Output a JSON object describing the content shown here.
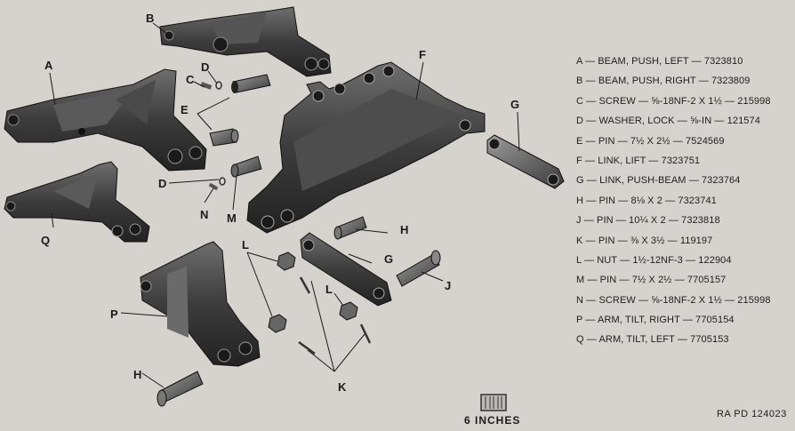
{
  "legend": [
    "A — BEAM, PUSH, LEFT — 7323810",
    "B — BEAM, PUSH, RIGHT — 7323809",
    "C — SCREW — ⅝-18NF-2 X 1½ — 215998",
    "D — WASHER, LOCK — ⅝-IN — 121574",
    "E — PIN — 7½ X 2½ — 7524569",
    "F — LINK, LIFT — 7323751",
    "G — LINK, PUSH-BEAM — 7323764",
    "H — PIN — 8⅛ X 2 — 7323741",
    "J — PIN — 10¼ X 2 — 7323818",
    "K — PIN — ⅜ X 3½ — 119197",
    "L — NUT — 1½-12NF-3 — 122904",
    "M — PIN — 7½ X 2½ — 7705157",
    "N — SCREW — ⅝-18NF-2 X 1½ — 215998",
    "P — ARM, TILT, RIGHT — 7705154",
    "Q — ARM, TILT, LEFT — 7705153"
  ],
  "callouts": {
    "A": "A",
    "B": "B",
    "C": "C",
    "D": "D",
    "D2": "D",
    "E": "E",
    "F": "F",
    "G": "G",
    "G2": "G",
    "H": "H",
    "H2": "H",
    "J": "J",
    "K": "K",
    "L": "L",
    "L2": "L",
    "M": "M",
    "N": "N",
    "P": "P",
    "Q": "Q"
  },
  "scale_label": "6 INCHES",
  "reference": "RA PD 124023"
}
